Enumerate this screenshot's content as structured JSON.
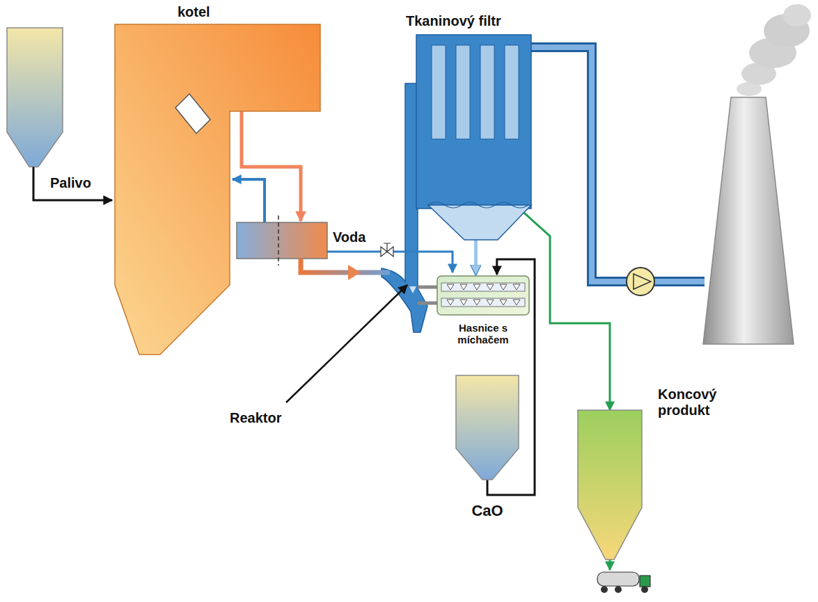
{
  "diagram": {
    "nodes": [
      {
        "text": [
          "kotel"
        ]
      },
      {
        "text": [
          "Tkaninový filtr"
        ]
      },
      {
        "text": [
          "Hasnice s míchačem"
        ]
      },
      {
        "text": [
          "CaO"
        ]
      },
      {
        "text": [
          "Koncový produkt"
        ]
      }
    ],
    "edges": [
      {
        "from": 1,
        "to": 2,
        "arrow": "to"
      },
      {
        "from": 3,
        "to": 2,
        "arrow": "to"
      },
      {
        "from": 1,
        "to": 4,
        "arrow": "to"
      }
    ],
    "labels": [
      "Palivo",
      "Voda",
      "Reaktor"
    ]
  }
}
